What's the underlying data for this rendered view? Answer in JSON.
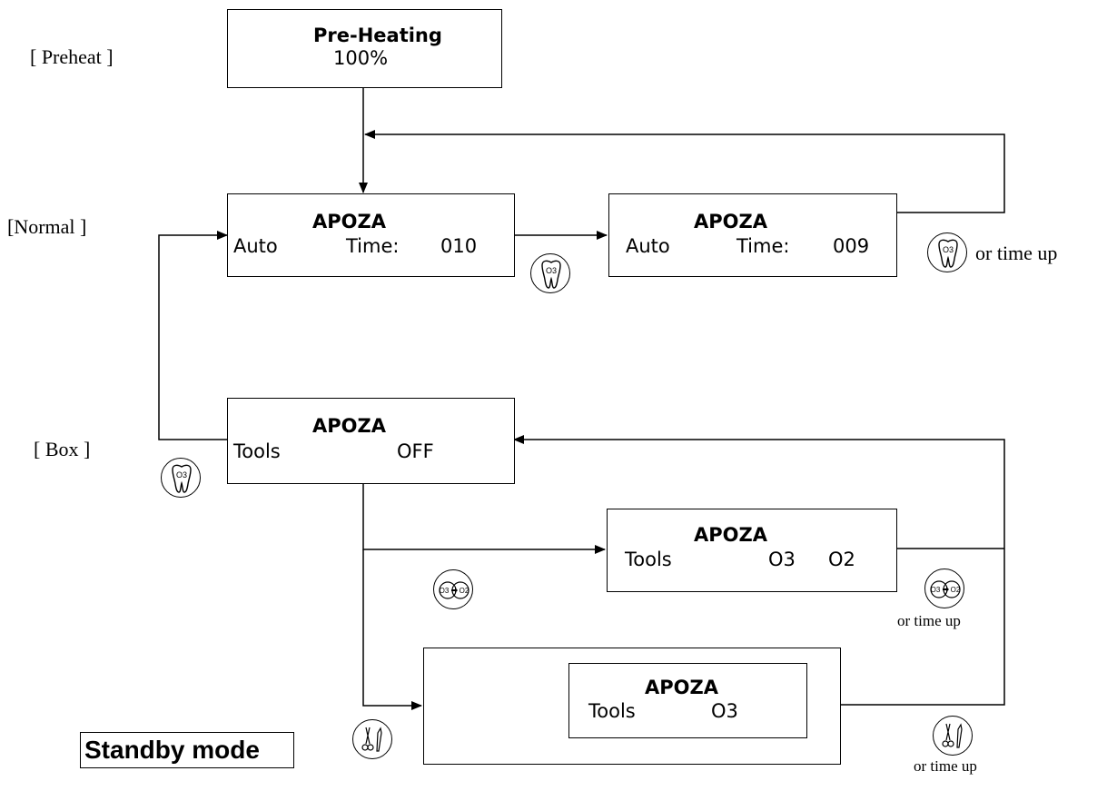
{
  "labels": {
    "preheat": "[ Preheat ]",
    "normal": "[Normal ]",
    "box": "[ Box ]"
  },
  "boxes": {
    "preheat": {
      "title": "Pre-Heating",
      "value": "100%"
    },
    "normal_a": {
      "title": "APOZA",
      "mode": "Auto",
      "time_label": "Time:",
      "time": "010"
    },
    "normal_b": {
      "title": "APOZA",
      "mode": "Auto",
      "time_label": "Time:",
      "time": "009"
    },
    "box_off": {
      "title": "APOZA",
      "mode": "Tools",
      "state": "OFF"
    },
    "box_o3o2": {
      "title": "APOZA",
      "mode": "Tools",
      "state_1": "O3",
      "state_2": "O2"
    },
    "box_o3": {
      "title": "APOZA",
      "mode": "Tools",
      "state": "O3"
    }
  },
  "notes": {
    "normal_time_up": "or time up",
    "o3o2_time_up": "or time up",
    "tools_time_up": "or time up"
  },
  "icons": {
    "tooth": "tooth-o3-icon",
    "gas": "o3-to-o2-icon",
    "tools": "dental-tools-icon",
    "tooth_text": "O3",
    "gas_text_1": "O3",
    "gas_text_2": "O2"
  },
  "footer": {
    "standby": "Standby mode"
  }
}
